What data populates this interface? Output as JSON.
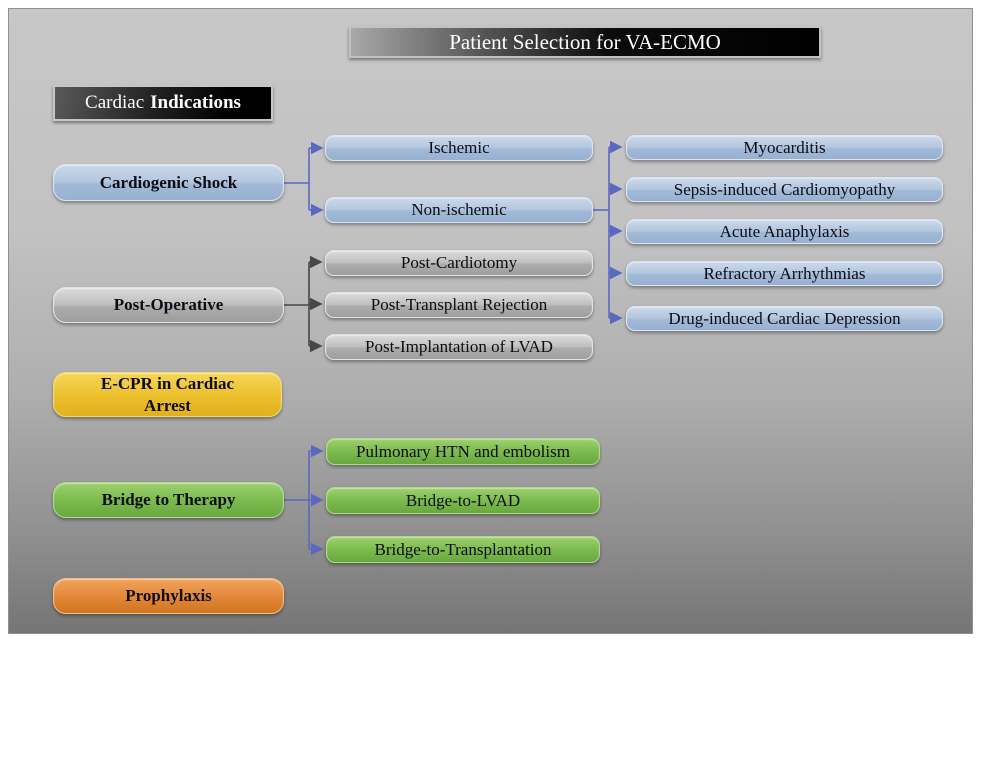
{
  "title_bar": {
    "label": "Patient Selection for VA-ECMO"
  },
  "section_label": {
    "full": "Cardiac Indications",
    "regular": "Cardiac",
    "bold": "Indications"
  },
  "categories": {
    "cardiogenic_shock": "Cardiogenic Shock",
    "post_operative": "Post-Operative",
    "ecpr_in_cardiac_arrest": "E-CPR in Cardiac Arrest",
    "bridge_to_therapy": "Bridge to Therapy",
    "prophylaxis": "Prophylaxis"
  },
  "cardiogenic_shock_children": {
    "ischemic": "Ischemic",
    "non_ischemic": "Non-ischemic"
  },
  "non_ischemic_children": [
    "Myocarditis",
    "Sepsis-induced Cardiomyopathy",
    "Acute Anaphylaxis",
    "Refractory Arrhythmias",
    "Drug-induced Cardiac Depression"
  ],
  "post_operative_children": [
    "Post-Cardiotomy",
    "Post-Transplant Rejection",
    "Post-Implantation of LVAD"
  ],
  "bridge_to_therapy_children": [
    "Pulmonary HTN and embolism",
    "Bridge-to-LVAD",
    "Bridge-to-Transplantation"
  ],
  "colors": {
    "blue_node": "#a9c2de",
    "gray_node": "#b5b5b5",
    "yellow_node": "#e9bd2a",
    "green_node": "#7cbb4e",
    "orange_node": "#e08638",
    "title_bar_bg": "#000000",
    "title_text": "#ffffff",
    "node_text": "#0c0c14",
    "connector_blue": "#5a68c0",
    "connector_gray": "#474747",
    "slide_bg_top": "#c7c7c7",
    "slide_bg_bottom": "#757575"
  }
}
